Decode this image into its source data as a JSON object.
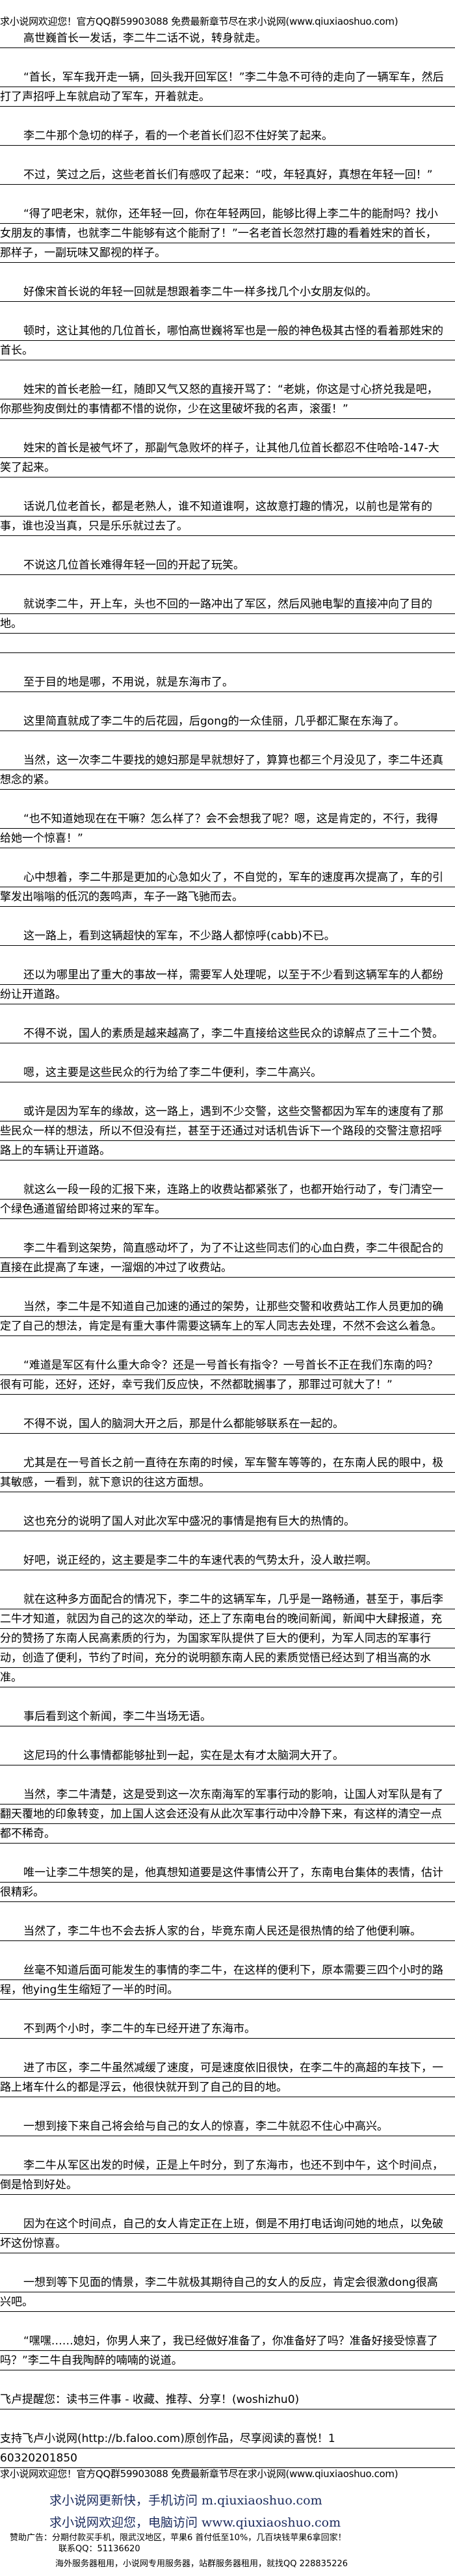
{
  "banner": {
    "top": "求小说网欢迎您！官方QQ群59903088 免费最新章节尽在求小说网(www.qiuxiaoshuo.com)",
    "bottom": "求小说网欢迎您！官方QQ群59903088 免费最新章节尽在求小说网(www.qiuxiaoshuo.com)"
  },
  "article": {
    "paragraphs": [
      "高世巍首长一发话，李二牛二话不说，转身就走。",
      "“首长，军车我开走一辆，回头我开回军区！”李二牛急不可待的走向了一辆军车，然后打了声招呼上车就启动了军车，开着就走。",
      "李二牛那个急切的样子，看的一个老首长们忍不住好笑了起来。",
      "不过，笑过之后，这些老首长们有感叹了起来：“哎，年轻真好，真想在年轻一回！”",
      "“得了吧老宋，就你，还年轻一回，你在年轻两回，能够比得上李二牛的能耐吗？找小女朋友的事情，也就李二牛能够有这个能耐了！”一名老首长忽然打趣的看着姓宋的首长，那样子，一副玩味又鄙视的样子。",
      "好像宋首长说的年轻一回就是想跟着李二牛一样多找几个小女朋友似的。",
      "顿时，这让其他的几位首长，哪怕高世巍将军也是一般的神色极其古怪的看着那姓宋的首长。",
      "姓宋的首长老脸一红，随即又气又怒的直接开骂了：“老姚，你这是寸心挤兑我是吧，你那些狗皮倒灶的事情都不惜的说你，少在这里破坏我的名声，滚蛋！”",
      "姓宋的首长是被气坏了，那副气急败坏的样子，让其他几位首长都忍不住哈哈-147-大笑了起来。",
      "话说几位老首长，都是老熟人，谁不知道谁啊，这故意打趣的情况，以前也是常有的事，谁也没当真，只是乐乐就过去了。",
      "不说这几位首长难得年轻一回的开起了玩笑。",
      "就说李二牛，开上车，头也不回的一路冲出了军区，然后风驰电掣的直接冲向了目的地。",
      "",
      "至于目的地是哪，不用说，就是东海市了。",
      "这里简直就成了李二牛的后花园，后gong的一众佳丽，几乎都汇聚在东海了。",
      "当然，这一次李二牛要找的媳妇那是早就想好了，算算也都三个月没见了，李二牛还真想念的紧。",
      "“也不知道她现在在干嘛？怎么样了？会不会想我了呢？嗯，这是肯定的，不行，我得给她一个惊喜！”",
      "心中想着，李二牛那是更加的心急如火了，不自觉的，军车的速度再次提高了，车的引擎发出嗡嗡的低沉的轰鸣声，车子一路飞驰而去。",
      "这一路上，看到这辆超快的军车，不少路人都惊呼(cabb)不已。",
      "还以为哪里出了重大的事故一样，需要军人处理呢，以至于不少看到这辆军车的人都纷纷让开道路。",
      "不得不说，国人的素质是越来越高了，李二牛直接给这些民众的谅解点了三十二个赞。",
      "嗯，这主要是这些民众的行为给了李二牛便利，李二牛高兴。",
      "或许是因为军车的缘故，这一路上，遇到不少交警，这些交警都因为军车的速度有了那些民众一样的想法，所以不但没有拦，甚至于还通过对话机告诉下一个路段的交警注意招呼路上的车辆让开道路。",
      "就这么一段一段的汇报下来，连路上的收费站都紧张了，也都开始行动了，专门清空一个绿色通道留给即将过来的军车。",
      "李二牛看到这架势，简直感动坏了，为了不让这些同志们的心血白费，李二牛很配合的直接在此提高了车速，一溜烟的冲过了收费站。",
      "当然，李二牛是不知道自己加速的通过的架势，让那些交警和收费站工作人员更加的确定了自己的想法，肯定是有重大事件需要这辆车上的军人同志去处理，不然不会这么着急。",
      "“难道是军区有什么重大命令？还是一号首长有指令？一号首长不正在我们东南的吗？很有可能，还好，还好，幸亏我们反应快，不然都耽搁事了，那罪过可就大了！”",
      "不得不说，国人的脑洞大开之后，那是什么都能够联系在一起的。",
      "尤其是在一号首长之前一直待在东南的时候，军车警车等等的，在东南人民的眼中，极其敏感，一看到，就下意识的往这方面想。",
      "这也充分的说明了国人对此次军中盛况的事情是抱有巨大的热情的。",
      "好吧，说正经的，这主要是李二牛的车速代表的气势太升，没人敢拦啊。",
      "就在这种多方面配合的情况下，李二牛的这辆军车，几乎是一路畅通，甚至于，事后李二牛才知道，就因为自己的这次的举动，还上了东南电台的晚间新闻，新闻中大肆报道，充分的赞扬了东南人民高素质的行为，为国家军队提供了巨大的便利，为军人同志的军事行动，创造了便利，节约了时间，充分的说明额东南人民的素质觉悟已经达到了相当高的水准。",
      "事后看到这个新闻，李二牛当场无语。",
      "这尼玛的什么事情都能够扯到一起，实在是太有才太脑洞大开了。",
      "当然，李二牛清楚，这是受到这一次东南海军的军事行动的影响，让国人对军队是有了翻天覆地的印象转变，加上国人这会还没有从此次军事行动中冷静下来，有这样的清空一点都不稀奇。",
      "唯一让李二牛想笑的是，他真想知道要是这件事情公开了，东南电台集体的表情，估计很精彩。",
      "当然了，李二牛也不会去拆人家的台，毕竟东南人民还是很热情的给了他便利嘛。",
      "丝毫不知道后面可能发生的事情的李二牛，在这样的便利下，原本需要三四个小时的路程，他ying生生缩短了一半的时间。",
      "不到两个小时，李二牛的车已经开进了东海市。",
      "进了市区，李二牛虽然减缓了速度，可是速度依旧很快，在李二牛的高超的车技下，一路上堵车什么的都是浮云，他很快就开到了自己的目的地。",
      "一想到接下来自己将会给与自己的女人的惊喜，李二牛就忍不住心中高兴。",
      "李二牛从军区出发的时候，正是上午时分，到了东海市，也还不到中午，这个时间点，倒是恰到好处。",
      "因为在这个时间点，自己的女人肯定正在上班，倒是不用打电话询问她的地点，以免破坏这份惊喜。",
      "一想到等下见面的情景，李二牛就极其期待自己的女人的反应，肯定会很激dong很高兴吧。",
      "“嘿嘿……媳妇，你男人来了，我已经做好准备了，你准备好了吗？准备好接受惊喜了吗？”李二牛自我陶醉的喃喃的说道。"
    ],
    "reminder": "飞卢提醒您：读书三件事 - 收藏、推荐、分享！(woshizhu0)",
    "support_line": "支持飞卢小说网(http://b.faloo.com)原创作品，尽享阅读的喜悦！1",
    "support_id": "60320201850"
  },
  "footer": {
    "mobile_promo": "求小说网更新快，手机访问 m.qiuxiaoshuo.com",
    "pc_promo": "求小说网欢迎您，电脑访问 www.qiuxiaoshuo.com",
    "ad_line": "赞助广告：分期付款买手机，限武汉地区，苹果6 首付低至10%，几百块钱苹果6拿回家！",
    "ad_contact": "联系QQ：51136620",
    "server_ad": "海外服务器租用，小说网专用服务器，站群服务器租用，就找QQ 228835226"
  }
}
